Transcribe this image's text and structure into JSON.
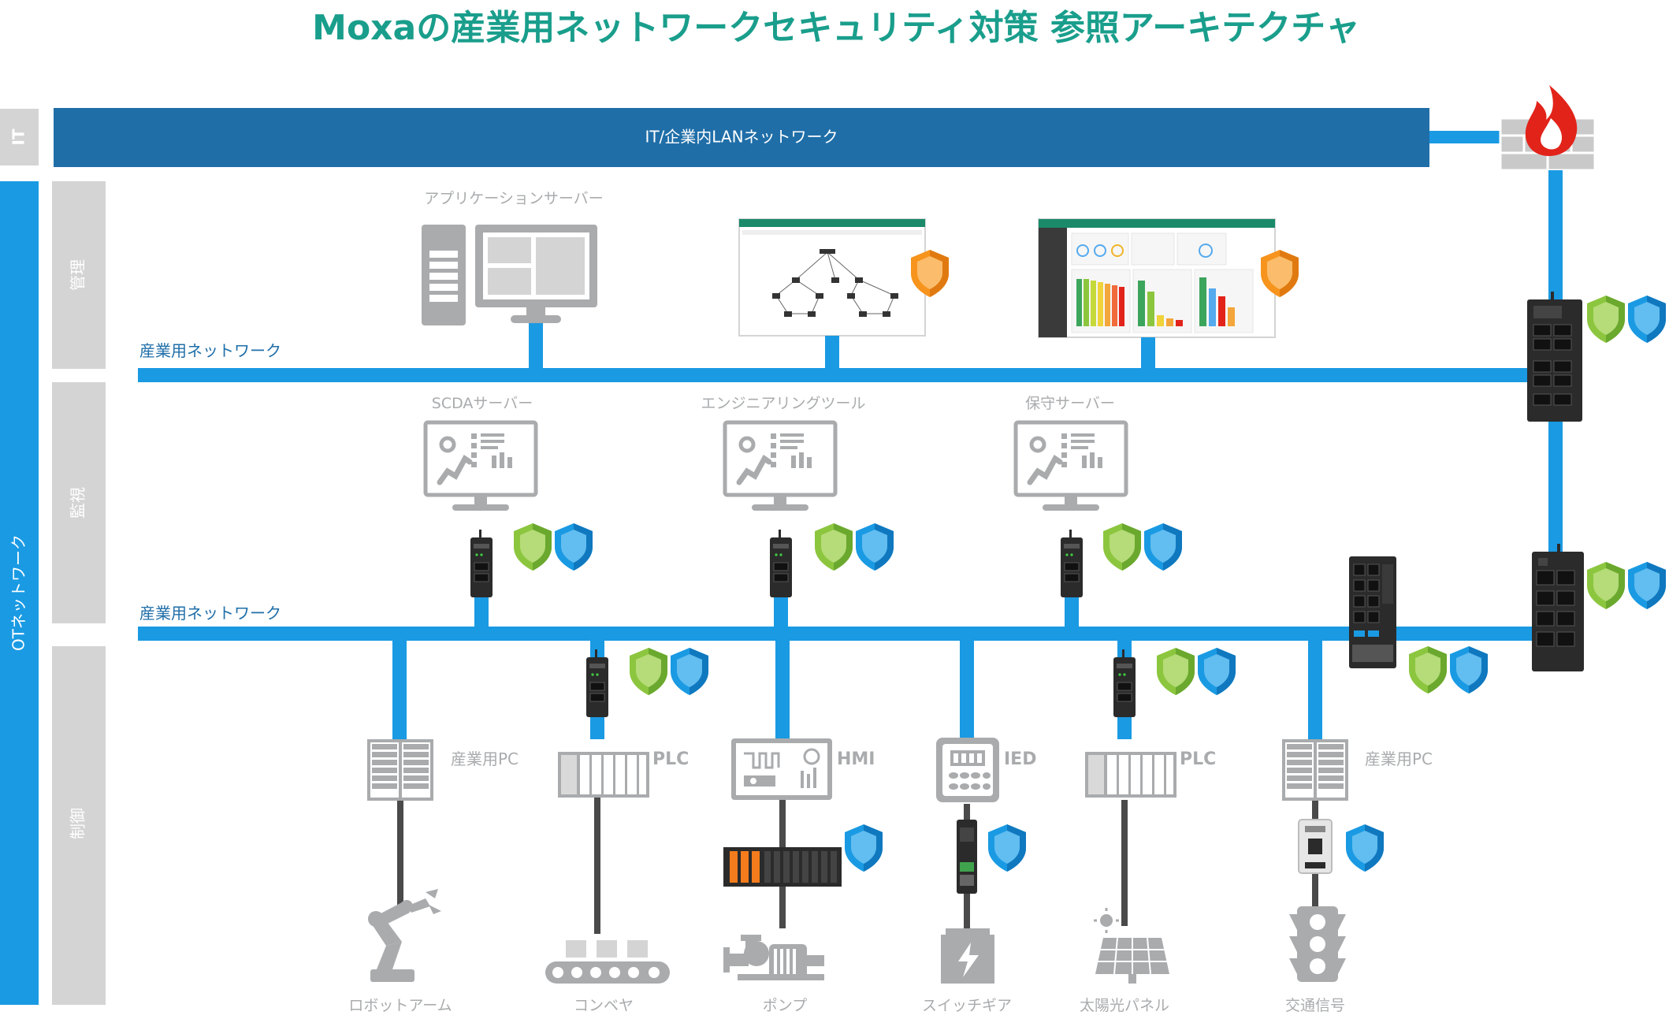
{
  "title": "Moxaの産業用ネットワークセキュリティ対策 参照アーキテクチャ",
  "colors": {
    "title": "#1a9e8c",
    "it_bar": "#1f6ea8",
    "network_line": "#1a9ae3",
    "side_gray": "#d4d4d4",
    "ot_side": "#1a9ae3",
    "device_gray": "#a9abad",
    "shield_green": "#8cc63f",
    "shield_blue": "#1a9ae3",
    "shield_orange": "#f7941d",
    "fire": "#e2231a"
  },
  "side_labels": {
    "it": "IT",
    "ot": "OTネットワーク",
    "management": "管理",
    "monitoring": "監視",
    "control": "制御"
  },
  "it_network_label": "IT/企業内LANネットワーク",
  "industrial_network_label_1": "産業用ネットワーク",
  "industrial_network_label_2": "産業用ネットワーク",
  "application_server_label": "アプリケーションサーバー",
  "monitor_servers": [
    {
      "label": "SCDAサーバー"
    },
    {
      "label": "エンジニアリングツール"
    },
    {
      "label": "保守サーバー"
    }
  ],
  "control_devices": [
    {
      "label": "産業用PC",
      "icon": "industrial-pc-icon"
    },
    {
      "label": "PLC",
      "icon": "plc-icon"
    },
    {
      "label": "HMI",
      "icon": "hmi-icon"
    },
    {
      "label": "IED",
      "icon": "ied-icon"
    },
    {
      "label": "PLC",
      "icon": "plc-icon"
    },
    {
      "label": "産業用PC",
      "icon": "industrial-pc-icon"
    }
  ],
  "field_devices": [
    {
      "label": "ロボットアーム",
      "icon": "robot-arm-icon"
    },
    {
      "label": "コンベヤ",
      "icon": "conveyor-icon"
    },
    {
      "label": "ポンプ",
      "icon": "pump-icon"
    },
    {
      "label": "スイッチギア",
      "icon": "switchgear-icon"
    },
    {
      "label": "太陽光パネル",
      "icon": "solar-panel-icon"
    },
    {
      "label": "交通信号",
      "icon": "traffic-light-icon"
    }
  ]
}
